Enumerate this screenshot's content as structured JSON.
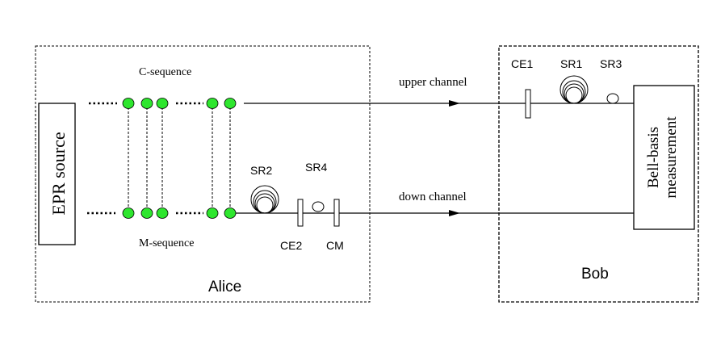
{
  "source": {
    "label": "EPR source"
  },
  "alice": {
    "label": "Alice",
    "c_sequence_label": "C-sequence",
    "m_sequence_label": "M-sequence",
    "sr2_label": "SR2",
    "sr4_label": "SR4",
    "ce2_label": "CE2",
    "cm_label": "CM"
  },
  "channels": {
    "upper_label": "upper channel",
    "down_label": "down channel"
  },
  "bob": {
    "label": "Bob",
    "ce1_label": "CE1",
    "sr1_label": "SR1",
    "sr3_label": "SR3",
    "measurement_line1": "Bell-basis",
    "measurement_line2": "measurement"
  },
  "colors": {
    "particle": "#2ee62e",
    "line": "#000000"
  }
}
